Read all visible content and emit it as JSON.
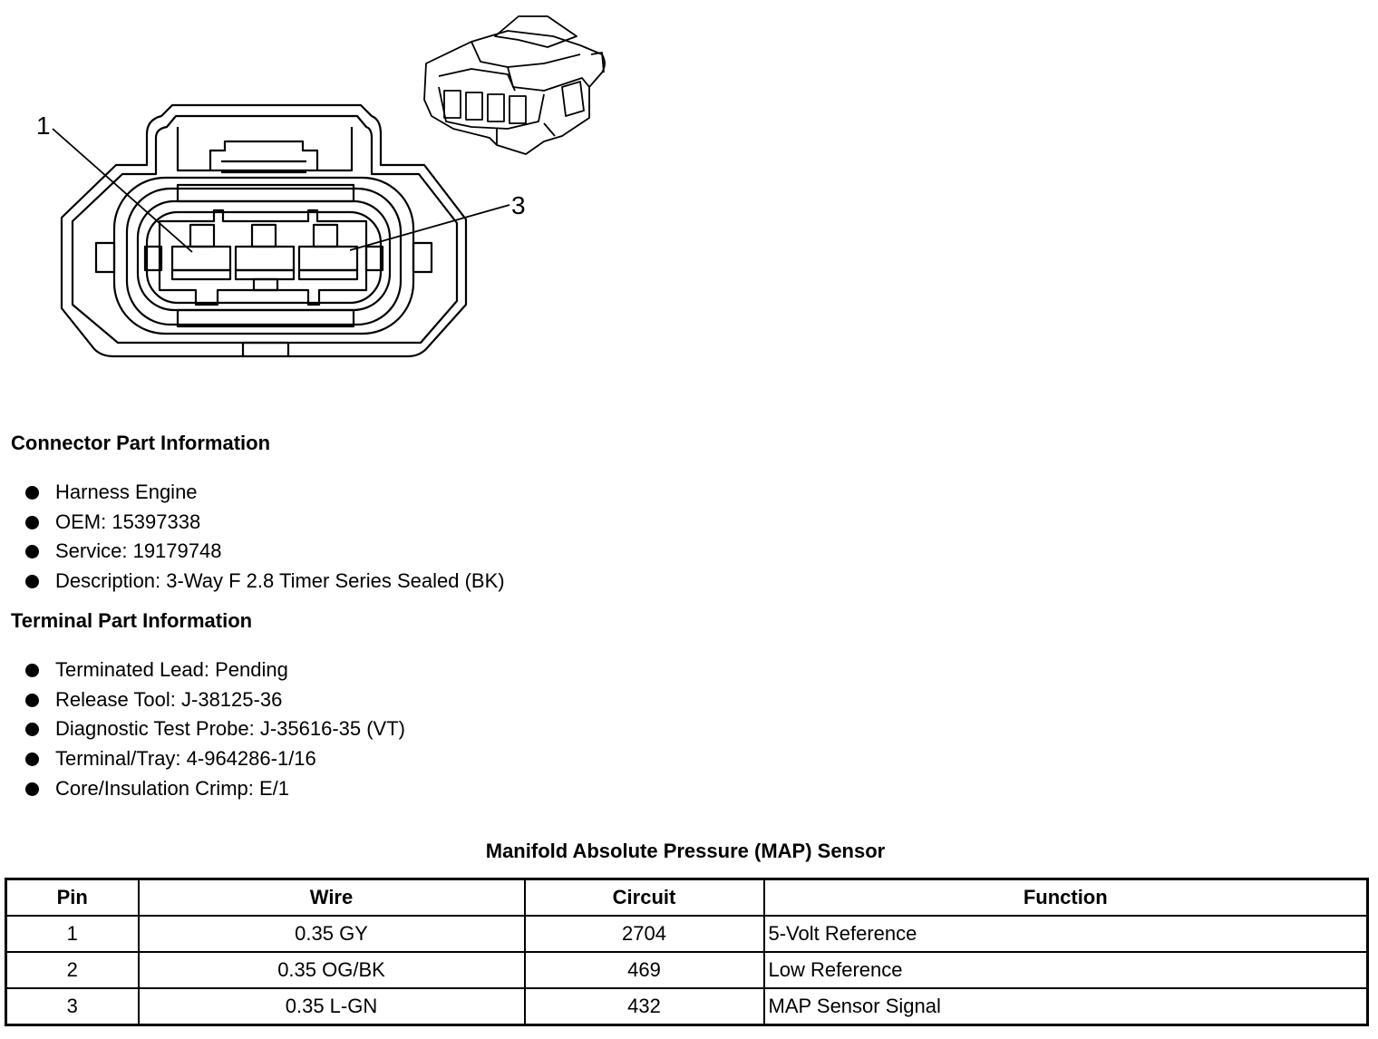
{
  "diagram": {
    "callouts": [
      "1",
      "3"
    ]
  },
  "connector_info": {
    "heading": "Connector Part Information",
    "items": [
      "Harness Engine",
      "OEM: 15397338",
      "Service: 19179748",
      "Description: 3-Way F 2.8 Timer Series Sealed (BK)"
    ]
  },
  "terminal_info": {
    "heading": "Terminal Part Information",
    "items": [
      "Terminated Lead: Pending",
      "Release Tool: J-38125-36",
      "Diagnostic Test Probe: J-35616-35 (VT)",
      "Terminal/Tray: 4-964286-1/16",
      "Core/Insulation Crimp: E/1"
    ]
  },
  "table": {
    "title": "Manifold Absolute Pressure (MAP) Sensor",
    "headers": [
      "Pin",
      "Wire",
      "Circuit",
      "Function"
    ],
    "rows": [
      [
        "1",
        "0.35 GY",
        "2704",
        "5-Volt Reference"
      ],
      [
        "2",
        "0.35 OG/BK",
        "469",
        "Low Reference"
      ],
      [
        "3",
        "0.35 L-GN",
        "432",
        "MAP Sensor Signal"
      ]
    ]
  }
}
